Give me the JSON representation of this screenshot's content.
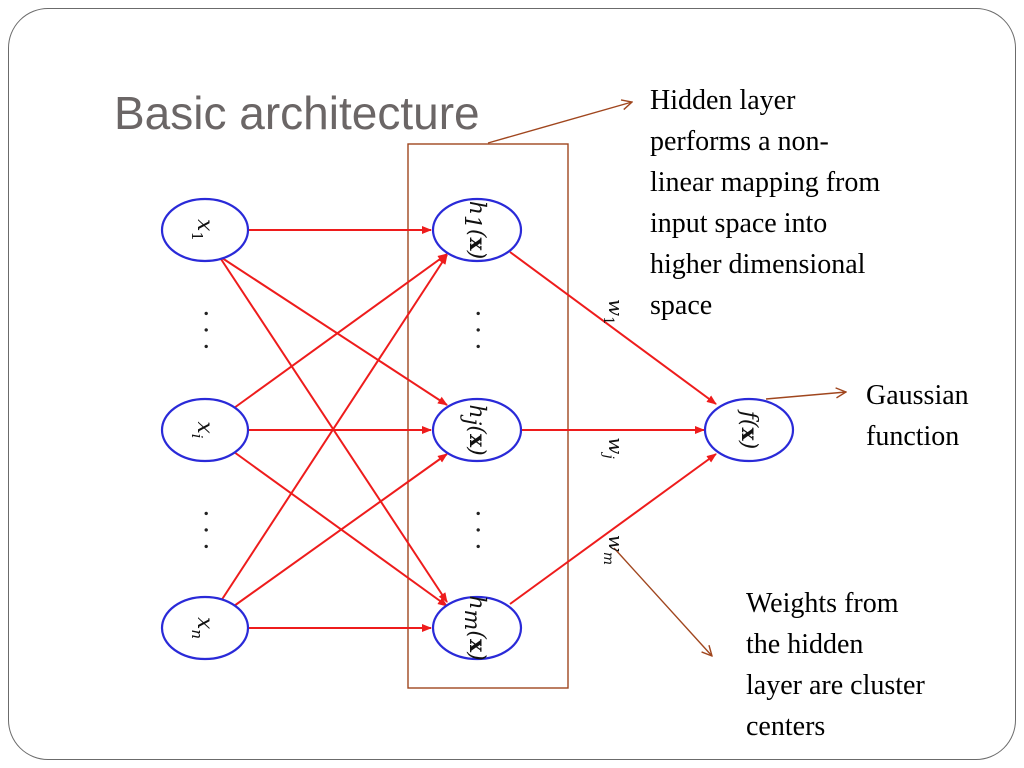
{
  "slide": {
    "title": "Basic architecture"
  },
  "callouts": {
    "hidden_layer": [
      "Hidden layer",
      "performs a non-",
      "linear mapping from",
      "input space into",
      "higher dimensional",
      "space"
    ],
    "gaussian": [
      "Gaussian",
      "function"
    ],
    "weights": [
      "Weights from",
      "the hidden",
      "layer are cluster",
      "centers"
    ]
  },
  "diagram": {
    "inputs": [
      {
        "var": "x",
        "sub": "1"
      },
      {
        "var": "x",
        "sub": "i"
      },
      {
        "var": "x",
        "sub": "n"
      }
    ],
    "hidden": [
      {
        "fn": "h",
        "sub": "1",
        "arg": "x"
      },
      {
        "fn": "h",
        "sub": "j",
        "arg": "x"
      },
      {
        "fn": "h",
        "sub": "m",
        "arg": "x"
      }
    ],
    "output": {
      "fn": "f",
      "arg": "x"
    },
    "weights": [
      {
        "var": "w",
        "sub": "1"
      },
      {
        "var": "w",
        "sub": "j"
      },
      {
        "var": "w",
        "sub": "m"
      }
    ],
    "ellipsis": "· · ·",
    "colors": {
      "node_stroke": "#2a2ad8",
      "edge": "#ee1c1c",
      "annotation": "#a0461e",
      "title": "#6b6666"
    }
  }
}
